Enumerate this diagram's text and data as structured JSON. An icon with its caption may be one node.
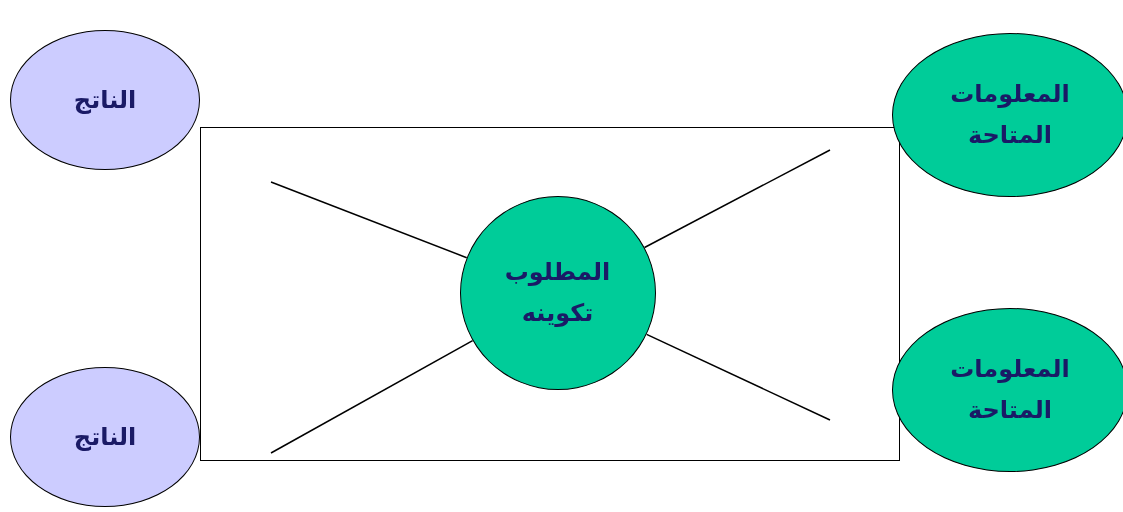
{
  "diagram": {
    "nodes": [
      {
        "text": [
          "الناتج"
        ]
      },
      {
        "text": [
          "المعلومات المتاحة"
        ]
      },
      {
        "text": [],
        "shape": "box"
      },
      {
        "text": [
          "المطلوب تكوينه"
        ],
        "in": 2
      },
      {
        "text": [
          "الناتج"
        ]
      },
      {
        "text": [
          "المعلومات المتاحة"
        ]
      }
    ],
    "edges": [
      {
        "from": 3,
        "to": null,
        "arrow": "none"
      },
      {
        "from": 3,
        "to": null,
        "arrow": "none"
      },
      {
        "from": 3,
        "to": null,
        "arrow": "none"
      },
      {
        "from": 3,
        "to": null,
        "arrow": "none"
      }
    ]
  }
}
